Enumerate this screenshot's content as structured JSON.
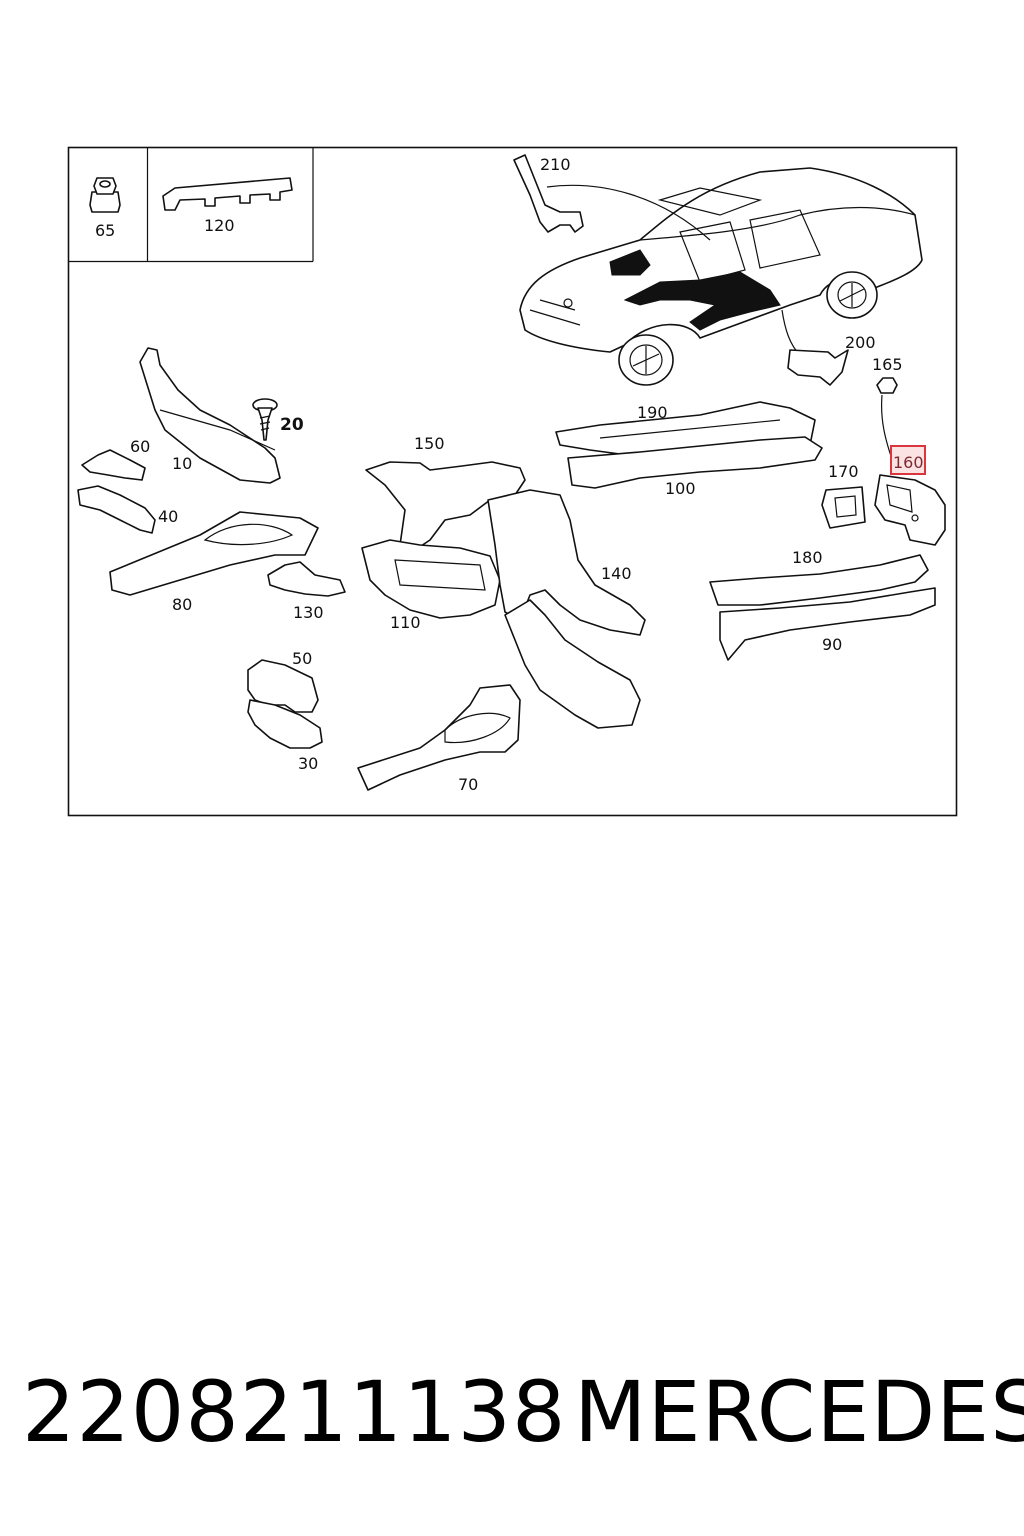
{
  "diagram": {
    "labels": {
      "p65": "65",
      "p120": "120",
      "p210": "210",
      "p200": "200",
      "p165": "165",
      "p160": "160",
      "p170": "170",
      "p10": "10",
      "p20": "20",
      "p60": "60",
      "p40": "40",
      "p80": "80",
      "p130": "130",
      "p150": "150",
      "p190": "190",
      "p100": "100",
      "p110": "110",
      "p140": "140",
      "p180": "180",
      "p90": "90",
      "p50": "50",
      "p30": "30",
      "p70": "70"
    },
    "highlight_color": "#d9363e",
    "highlight_fill": "#fbe3e4"
  },
  "footer": {
    "part_number": "2208211138",
    "brand": "MERCEDES"
  }
}
